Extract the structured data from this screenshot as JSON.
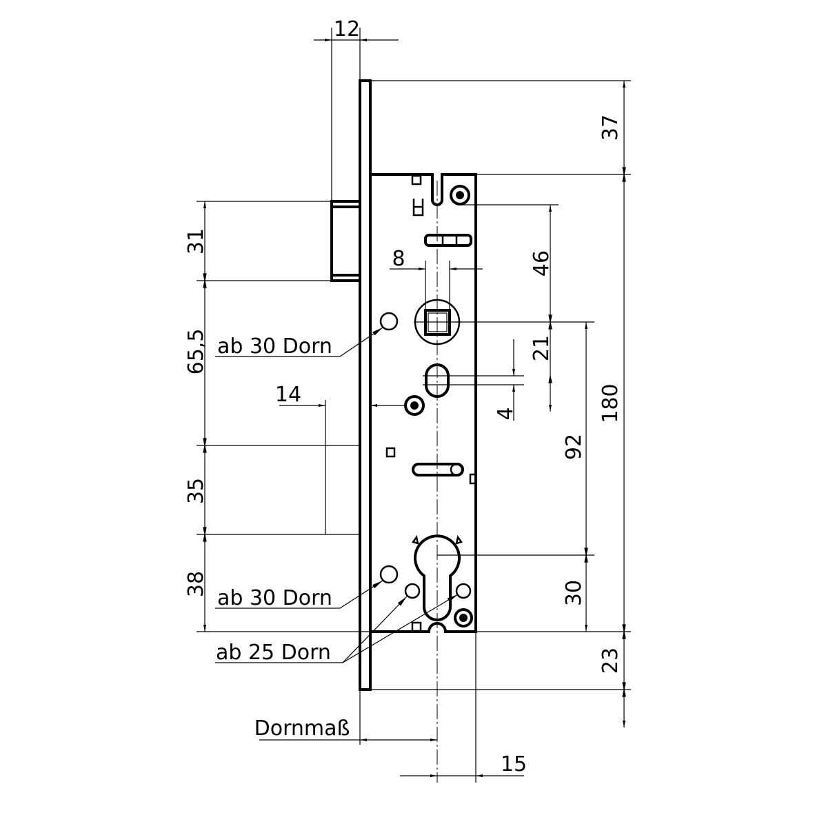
{
  "dimensions": {
    "plate_thickness": "12",
    "top_to_body": "37",
    "overall_body": "180",
    "bottom_overhang": "23",
    "bolt_height": "31",
    "bolt_to_follower": "65,5",
    "follower_to_pz": "35",
    "pz_to_bottom": "38",
    "follower_width": "8",
    "screw_to_follower": "46",
    "follower_to_slot": "21",
    "slot_height": "4",
    "distance_92": "92",
    "distance_30": "30",
    "screw_offset": "14",
    "backset": "Dornmaß",
    "cylinder_offset": "15"
  },
  "notes": {
    "upper_hole": "ab 30 Dorn",
    "lower_hole": "ab 30 Dorn",
    "small_holes": "ab 25 Dorn"
  }
}
